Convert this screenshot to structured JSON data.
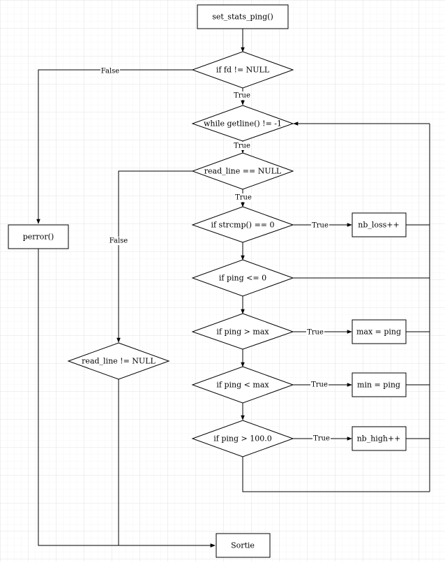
{
  "nodes": {
    "start": "set_stats_ping()",
    "if_fd": "if fd != NULL",
    "while_getline": "while getline() != -1",
    "read_line_null": "read_line == NULL",
    "if_strcmp": "if strcmp() == 0",
    "nb_loss": "nb_loss++",
    "if_ping_le0": "if ping <= 0",
    "if_ping_gt_max": "if ping > max",
    "max_eq_ping": "max = ping",
    "if_ping_lt_max": "if ping < max",
    "min_eq_ping": "min = ping",
    "if_ping_gt100": "if ping > 100.0",
    "nb_high": "nb_high++",
    "perror": "perror()",
    "read_line_not_null": "read_line != NULL",
    "sortie": "Sortie"
  },
  "edge_labels": {
    "fd_false": "False",
    "fd_true": "True",
    "while_true": "True",
    "read_true": "True",
    "read_false": "False",
    "strcmp_true": "True",
    "max_true": "True",
    "min_true": "True",
    "high_true": "True"
  },
  "colors": {
    "grid": "#e8e8e8",
    "stroke": "#000000",
    "background": "#ffffff"
  }
}
